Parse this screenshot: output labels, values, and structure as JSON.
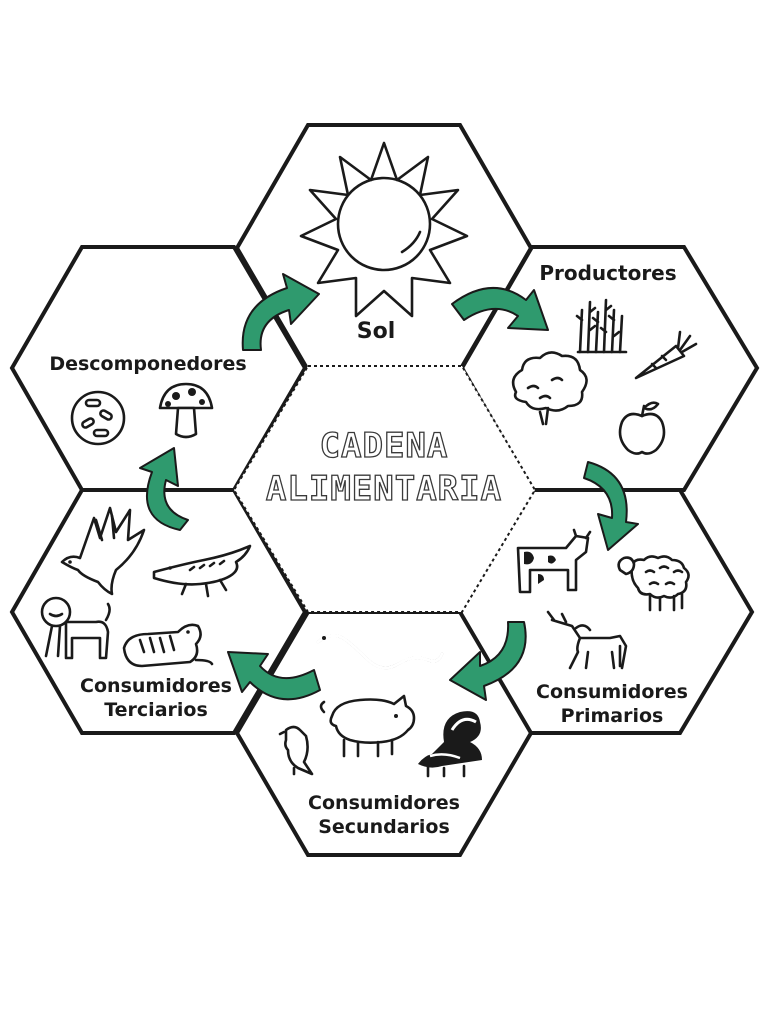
{
  "diagram": {
    "center_title_line1": "CADENA",
    "center_title_line2": "ALIMENTARIA",
    "nodes": {
      "sol": "Sol",
      "productores": "Productores",
      "primarios_line1": "Consumidores",
      "primarios_line2": "Primarios",
      "secundarios_line1": "Consumidores",
      "secundarios_line2": "Secundarios",
      "terciarios_line1": "Consumidores",
      "terciarios_line2": "Terciarios",
      "descomponedores": "Descomponedores"
    },
    "colors": {
      "arrow": "#2f9a6e",
      "outline": "#1a1a1a"
    },
    "icons": {
      "sol": [
        "sun-icon"
      ],
      "productores": [
        "grass-icon",
        "carrot-icon",
        "tree-icon",
        "apple-icon"
      ],
      "primarios": [
        "cow-icon",
        "sheep-icon",
        "horse-icon"
      ],
      "secundarios": [
        "snake-icon",
        "pig-icon",
        "skunk-icon",
        "small-bird-icon"
      ],
      "terciarios": [
        "eagle-icon",
        "crocodile-icon",
        "lion-icon",
        "tiger-icon"
      ],
      "descomponedores": [
        "worm-icon",
        "bacteria-icon",
        "mushroom-icon"
      ]
    }
  }
}
